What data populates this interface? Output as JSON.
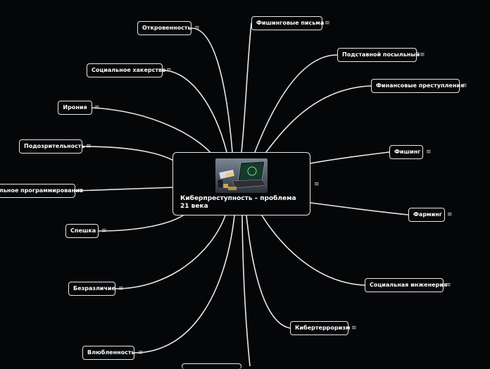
{
  "central": {
    "title": "Киберпреступность – проблема 21 века",
    "image_alt": "laptop-hacker-image"
  },
  "branches": [
    {
      "id": "otkrovennost",
      "label": "Откровенность"
    },
    {
      "id": "social-hacking",
      "label": "Социальное хакерство"
    },
    {
      "id": "irony",
      "label": "Ирония"
    },
    {
      "id": "suspicion",
      "label": "Подозрительность"
    },
    {
      "id": "neuro-programming",
      "label": "льное программирование"
    },
    {
      "id": "haste",
      "label": "Спешка"
    },
    {
      "id": "indifference",
      "label": "Безразличие"
    },
    {
      "id": "infatuation",
      "label": "Влюбленность"
    },
    {
      "id": "phishing-letters",
      "label": "Фишинговые письма"
    },
    {
      "id": "fake-courier",
      "label": "Подставной посыльный"
    },
    {
      "id": "financial-crimes",
      "label": "Финансовые преступления"
    },
    {
      "id": "phishing",
      "label": "Фишинг"
    },
    {
      "id": "pharming",
      "label": "Фарминг"
    },
    {
      "id": "social-engineering",
      "label": "Социальная инженерия"
    },
    {
      "id": "cyberterrorism",
      "label": "Кибертерроризм"
    }
  ],
  "menu_glyph": "≡",
  "colors": {
    "background": "#050608",
    "line": "#e8e8e8",
    "text": "#ffffff"
  }
}
